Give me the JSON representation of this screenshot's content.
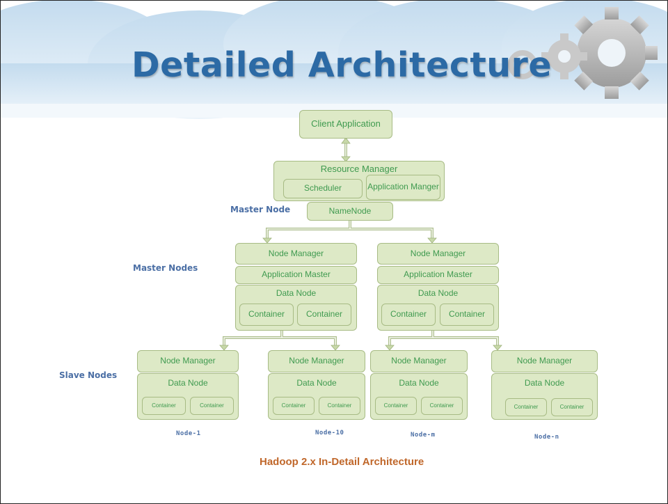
{
  "title": "Detailed Architecture",
  "client_app": "Client Application",
  "resource_manager": {
    "label": "Resource Manager",
    "scheduler": "Scheduler",
    "app_manager": "Application Manger"
  },
  "namenode": "NameNode",
  "labels": {
    "master_node": "Master Node",
    "master_nodes": "Master Nodes",
    "slave_nodes": "Slave Nodes"
  },
  "masters": [
    {
      "node_manager": "Node Manager",
      "app_master": "Application Master",
      "data_node": "Data Node",
      "containers": [
        "Container",
        "Container"
      ]
    },
    {
      "node_manager": "Node Manager",
      "app_master": "Application Master",
      "data_node": "Data Node",
      "containers": [
        "Container",
        "Container"
      ]
    }
  ],
  "slaves": [
    {
      "node_manager": "Node Manager",
      "data_node": "Data Node",
      "containers": [
        "Container",
        "Container"
      ],
      "name": "Node-1"
    },
    {
      "node_manager": "Node Manager",
      "data_node": "Data Node",
      "containers": [
        "Container",
        "Container"
      ],
      "name": "Node-10"
    },
    {
      "node_manager": "Node Manager",
      "data_node": "Data Node",
      "containers": [
        "Container",
        "Container"
      ],
      "name": "Node-m"
    },
    {
      "node_manager": "Node Manager",
      "data_node": "Data Node",
      "containers": [
        "Container",
        "Container"
      ],
      "name": "Node-n"
    }
  ],
  "caption": "Hadoop 2.x In-Detail Architecture",
  "colors": {
    "title": "#2c6aa5",
    "box_fill": "#dde9c6",
    "box_border": "#a7bb84",
    "box_text": "#3f9a4f",
    "side_label": "#4b6fa5",
    "caption": "#c0672a",
    "cloud": "#cfe3f2",
    "gear": "#b8b8b8"
  }
}
